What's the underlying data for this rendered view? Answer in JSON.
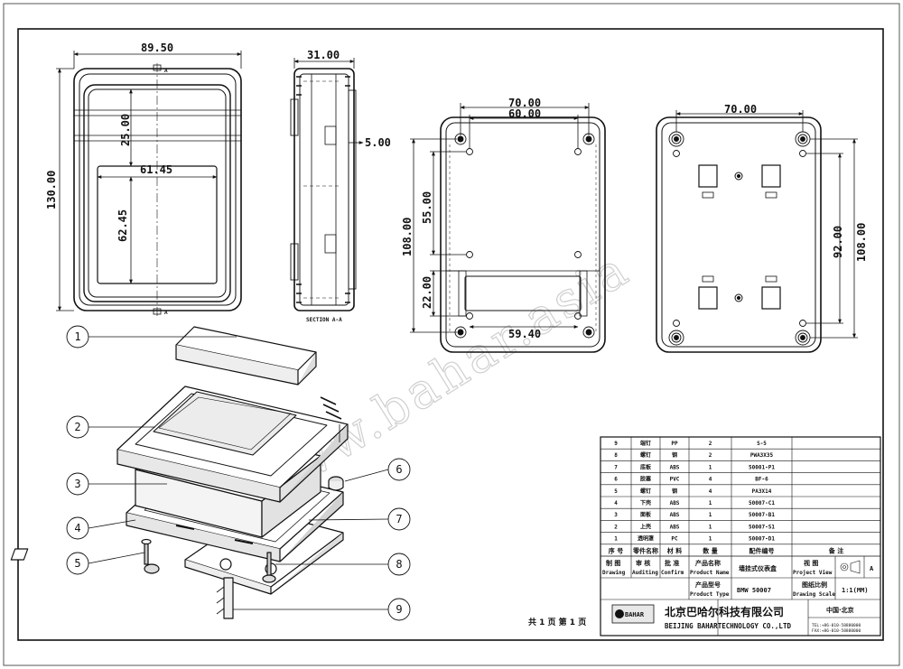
{
  "drawing": {
    "front": {
      "width": "89.50",
      "height": "130.00",
      "top_gap": "25.00",
      "window_width": "61.45",
      "window_height": "62.45",
      "section_mark": "A"
    },
    "section": {
      "depth": "31.00",
      "wall": "5.00",
      "label": "SECTION A-A"
    },
    "rear_outer": {
      "hole_spacing_outer": "70.00",
      "hole_spacing_inner": "60.00",
      "height_total": "108.00",
      "height_upper": "55.00",
      "height_lower": "22.00",
      "slot_width": "59.40"
    },
    "rear_mount": {
      "hole_spacing": "70.00",
      "height_outer": "108.00",
      "height_inner": "92.00"
    },
    "balloons": [
      "1",
      "2",
      "3",
      "4",
      "5",
      "6",
      "7",
      "8",
      "9"
    ],
    "watermark": "www.bahar.asia"
  },
  "title_block": {
    "parts": [
      {
        "no": "9",
        "name": "端钉",
        "mat": "PP",
        "qty": "2",
        "code": "S-5"
      },
      {
        "no": "8",
        "name": "螺钉",
        "mat": "钢",
        "qty": "2",
        "code": "PWA3X35"
      },
      {
        "no": "7",
        "name": "底板",
        "mat": "ABS",
        "qty": "1",
        "code": "50001-P1"
      },
      {
        "no": "6",
        "name": "胶塞",
        "mat": "PVC",
        "qty": "4",
        "code": "BF-6"
      },
      {
        "no": "5",
        "name": "螺钉",
        "mat": "钢",
        "qty": "4",
        "code": "PA3X14"
      },
      {
        "no": "4",
        "name": "下壳",
        "mat": "ABS",
        "qty": "1",
        "code": "50007-C1"
      },
      {
        "no": "3",
        "name": "面板",
        "mat": "ABS",
        "qty": "1",
        "code": "50007-B1"
      },
      {
        "no": "2",
        "name": "上壳",
        "mat": "ABS",
        "qty": "1",
        "code": "50007-S1"
      },
      {
        "no": "1",
        "name": "透明罩",
        "mat": "PC",
        "qty": "1",
        "code": "50007-D1"
      }
    ],
    "headers": {
      "no": "序 号",
      "name": "零件名称",
      "mat": "材 料",
      "qty": "数 量",
      "code": "配件编号",
      "remark": "备 注"
    },
    "sign": {
      "draw_cn": "制 图",
      "draw_en": "Drawing",
      "audit_cn": "审 核",
      "audit_en": "Auditing",
      "confirm_cn": "批 准",
      "confirm_en": "Confirm",
      "pname_cn": "产品名称",
      "pname_en": "Product Name",
      "pname_val": "墙挂式仪表盒",
      "pview_cn": "视 图",
      "pview_en": "Project View",
      "pview_val": "A",
      "ptype_cn": "产品型号",
      "ptype_en": "Product Type",
      "ptype_val": "BMW 50007",
      "scale_cn": "图纸比例",
      "scale_en": "Drawing Scale",
      "scale_val": "1:1(MM)"
    },
    "company_cn": "北京巴哈尔科技有限公司",
    "company_en": "BEIJING BAHARTECHNOLOGY CO.,LTD",
    "logo_text": "BAHAR",
    "origin": "中国·北京",
    "tel": "TEL:+86-010-58880000",
    "fax": "FAX:+86-010-58880000",
    "pages": "共 1 页  第 1 页"
  }
}
